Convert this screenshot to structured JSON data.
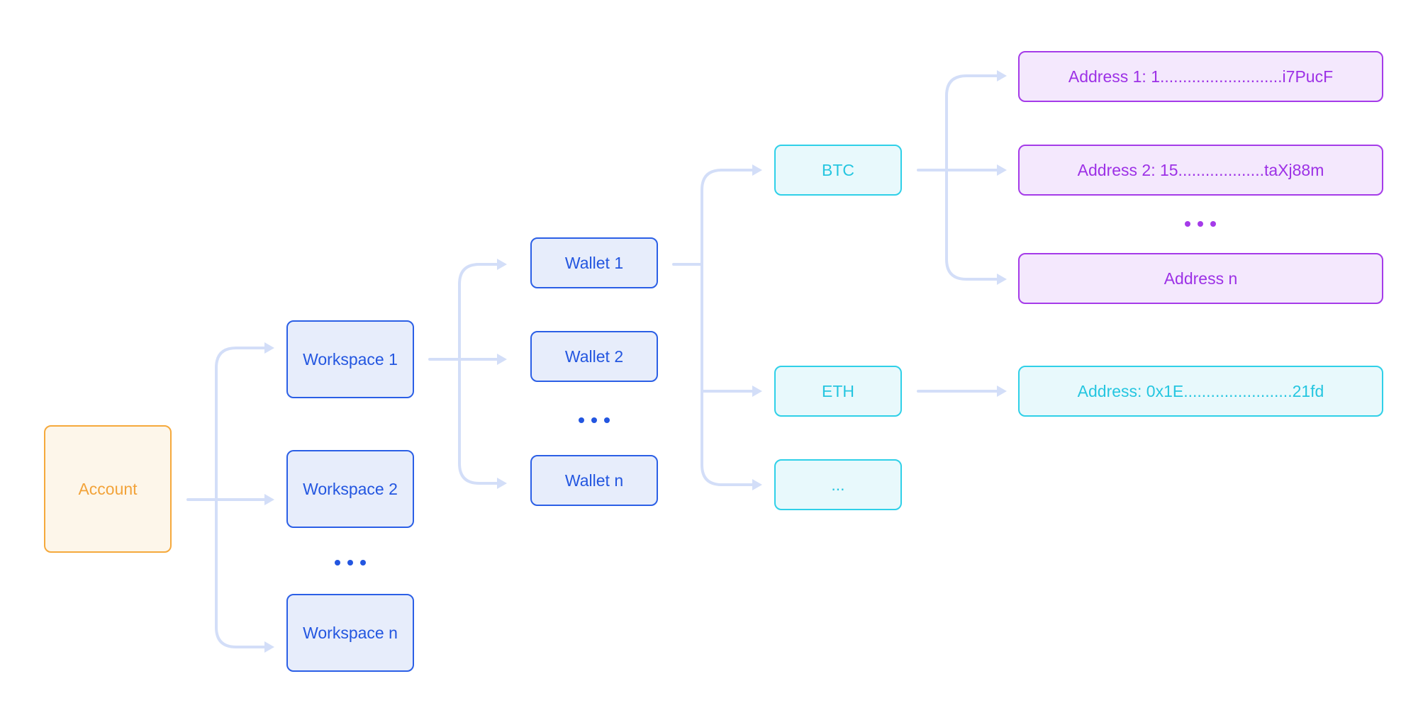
{
  "colors": {
    "connector": "#d3def8",
    "account": "#f5a93c",
    "workspace": "#2b5fe6",
    "chain": "#2fd0e8",
    "address": "#a53be9"
  },
  "account": {
    "label": "Account"
  },
  "workspaces": [
    {
      "label": "Workspace 1"
    },
    {
      "label": "Workspace 2"
    },
    {
      "label": "Workspace n"
    }
  ],
  "wallets": [
    {
      "label": "Wallet 1"
    },
    {
      "label": "Wallet 2"
    },
    {
      "label": "Wallet n"
    }
  ],
  "chains": [
    {
      "label": "BTC"
    },
    {
      "label": "ETH"
    },
    {
      "label": "..."
    }
  ],
  "btc_addresses": [
    {
      "label": "Address 1: 1...........................i7PucF"
    },
    {
      "label": "Address 2: 15...................taXj88m"
    },
    {
      "label": "Address n"
    }
  ],
  "eth_address": {
    "label": "Address: 0x1E........................21fd"
  },
  "icons": {
    "ellipsis": "ellipsis-icon"
  }
}
